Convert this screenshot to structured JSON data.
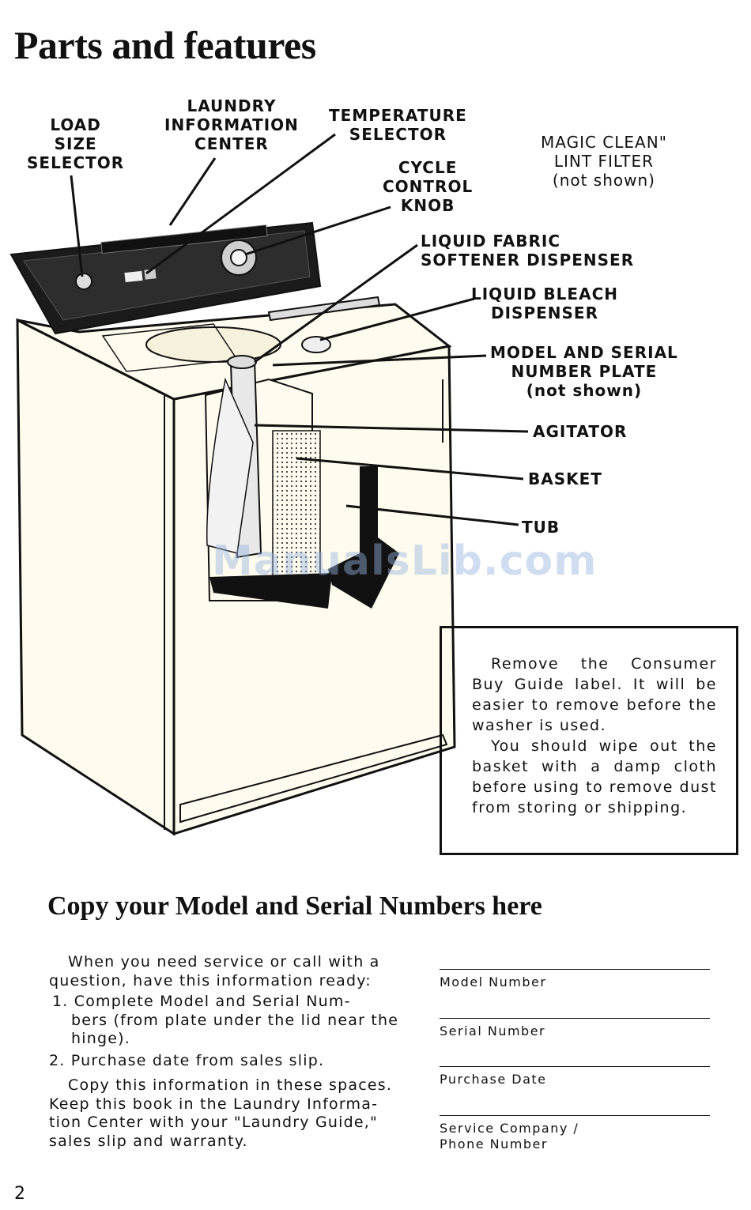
{
  "title": "Parts and features",
  "labels": {
    "load_size": [
      "LOAD",
      "SIZE",
      "SELECTOR"
    ],
    "laundry_info": [
      "LAUNDRY",
      "INFORMATION",
      "CENTER"
    ],
    "temperature": [
      "TEMPERATURE",
      "SELECTOR"
    ],
    "cycle": [
      "CYCLE",
      "CONTROL",
      "KNOB"
    ],
    "lint_filter": [
      "MAGIC CLEAN\"",
      "LINT FILTER",
      "(not shown)"
    ],
    "fabric_softener": [
      "LIQUID FABRIC",
      "SOFTENER DISPENSER"
    ],
    "bleach": [
      "LIQUID BLEACH",
      "DISPENSER"
    ],
    "model_plate": [
      "MODEL AND SERIAL",
      "NUMBER PLATE",
      "(not shown)"
    ],
    "agitator": "AGITATOR",
    "basket": "BASKET",
    "tub": "TUB"
  },
  "notice": {
    "para1": "Remove the Consumer Buy Guide label. It will be easier to remove before the washer is used.",
    "para2": "You should wipe out the basket with a damp cloth before using to remove dust from storing or shipping."
  },
  "copy_section": {
    "title": "Copy your Model and Serial Numbers here",
    "intro": [
      "When you need service or call with a",
      "question, have this information ready:"
    ],
    "item1": [
      "1. Complete Model and Serial Num-",
      "bers (from plate under the lid near the",
      "hinge)."
    ],
    "item2": "2. Purchase date from sales slip.",
    "outro": [
      "Copy this information in these spaces.",
      "Keep this book in the Laundry Informa-",
      "tion Center with your \"Laundry Guide,\"",
      "sales slip and warranty."
    ]
  },
  "fields": {
    "model": "Model Number",
    "serial": "Serial Number",
    "purchase": "Purchase Date",
    "service": [
      "Service Company /",
      "Phone Number"
    ]
  },
  "watermark": "ManualsLib.com",
  "page_number": "2"
}
